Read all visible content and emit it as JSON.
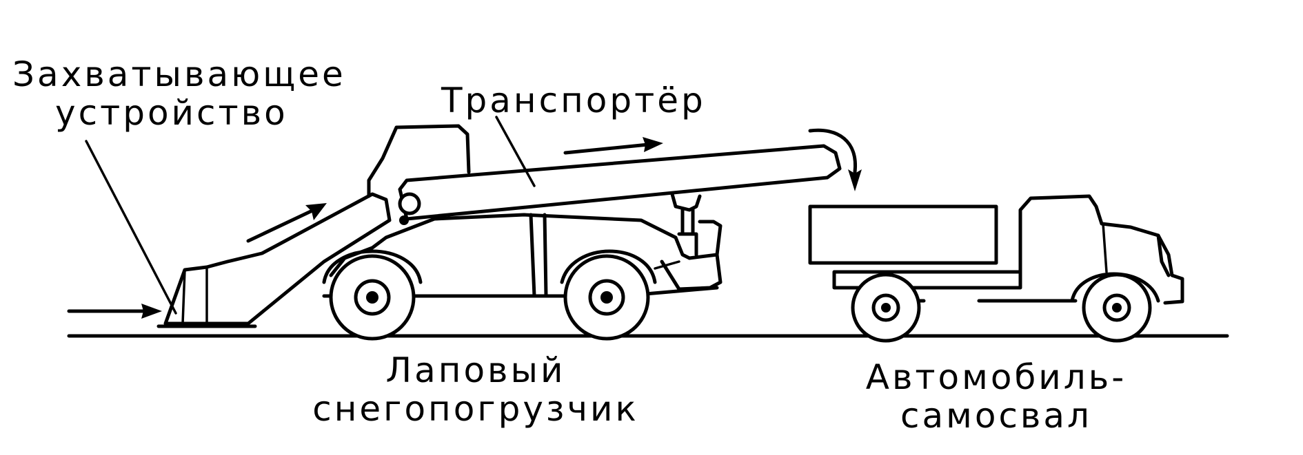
{
  "labels": {
    "grabber": {
      "line1": "Захватывающее",
      "line2": "устройство"
    },
    "conveyor": "Транспортёр",
    "loader": {
      "line1": "Лаповый",
      "line2": "снегопогрузчик"
    },
    "truck": {
      "line1": "Автомобиль-",
      "line2": "самосвал"
    }
  },
  "colors": {
    "ink": "#000000",
    "background": "#ffffff"
  }
}
